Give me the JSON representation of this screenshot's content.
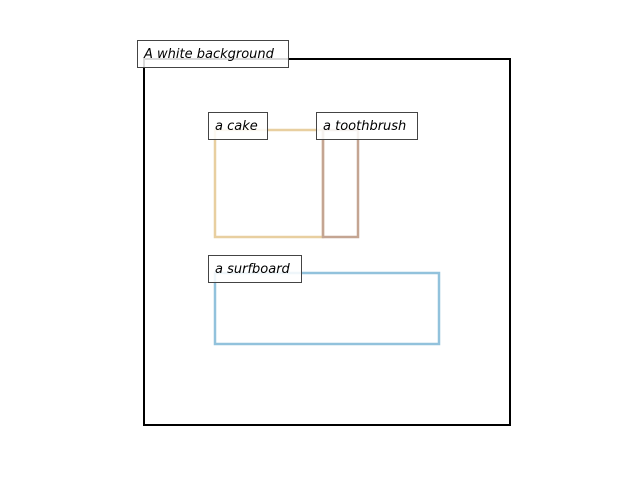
{
  "background": {
    "label": "A white background",
    "stroke": "#000000"
  },
  "objects": [
    {
      "id": "cake",
      "label": "a cake",
      "color": "#e8cfa0"
    },
    {
      "id": "toothbrush",
      "label": "a toothbrush",
      "color": "#c4a592"
    },
    {
      "id": "surfboard",
      "label": "a surfboard",
      "color": "#92c2dc"
    }
  ]
}
